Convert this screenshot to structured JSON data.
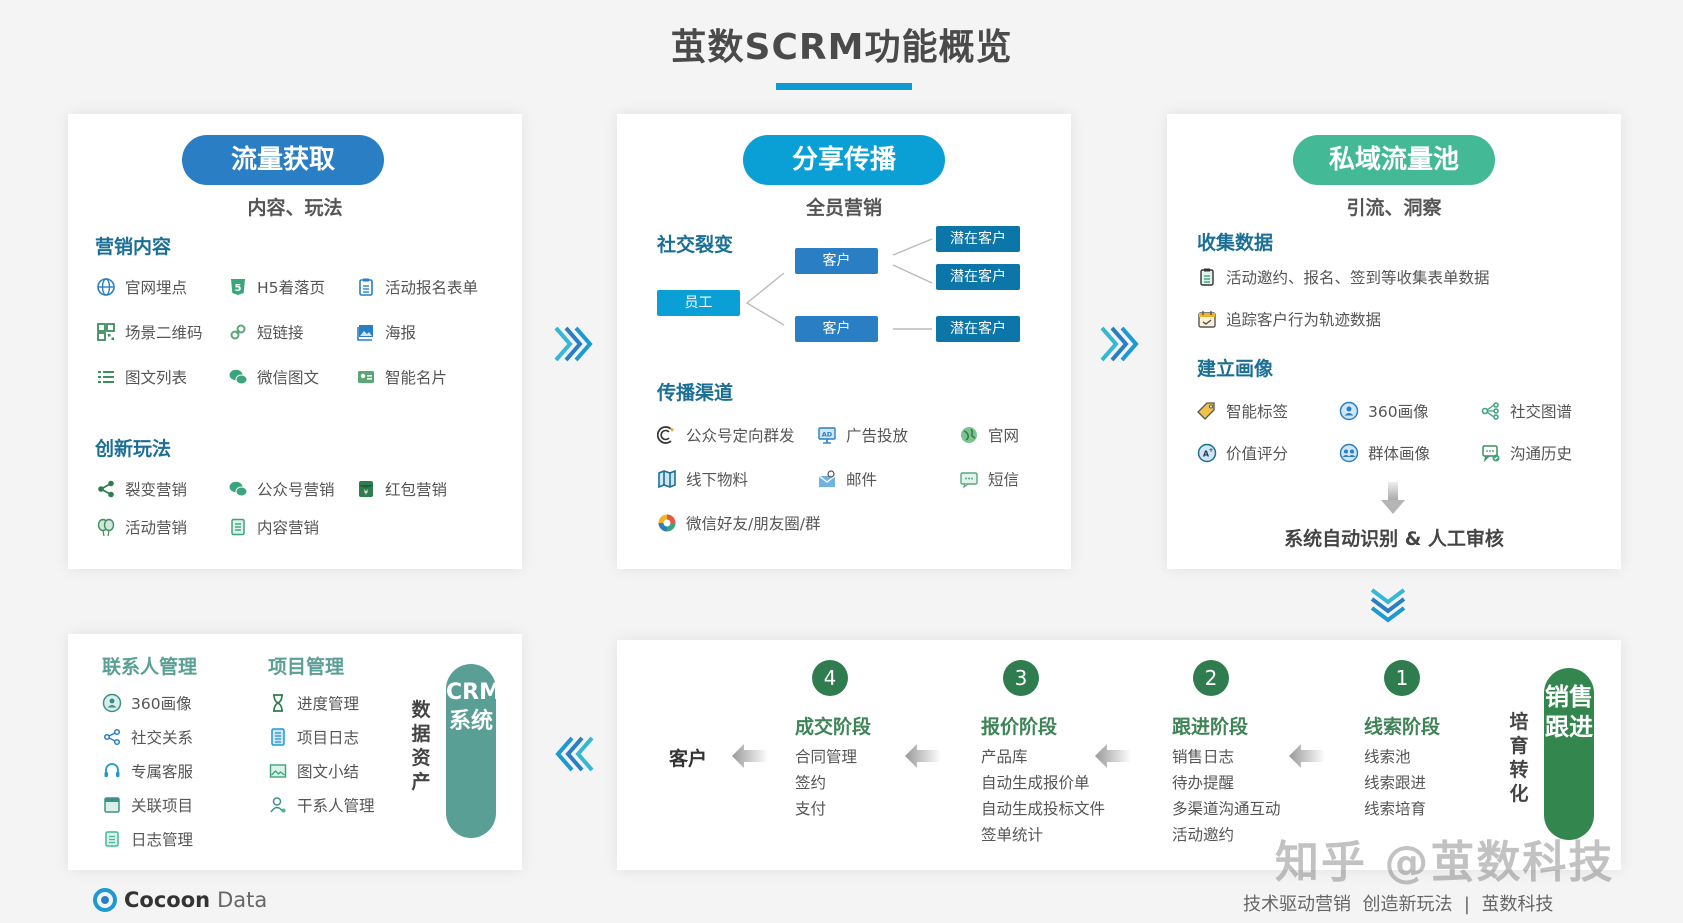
{
  "title": "茧数SCRM功能概览",
  "colors": {
    "title_bar": "#0f9ad1",
    "pill_traffic": "#2a7fc4",
    "pill_share": "#0aa0d6",
    "pill_private": "#44b995",
    "section_heading": "#1b6f95",
    "stage_green": "#2f7d4e",
    "crm_teal": "#5a9f95",
    "sales_green": "#34864f"
  },
  "traffic": {
    "pill": "流量获取",
    "subtitle": "内容、玩法",
    "marketing_content": {
      "heading": "营销内容",
      "items": [
        {
          "label": "官网埋点",
          "icon": "globe-icon"
        },
        {
          "label": "H5着落页",
          "icon": "html5-icon"
        },
        {
          "label": "活动报名表单",
          "icon": "clipboard-icon"
        },
        {
          "label": "场景二维码",
          "icon": "qrcode-icon"
        },
        {
          "label": "短链接",
          "icon": "link-icon"
        },
        {
          "label": "海报",
          "icon": "image-icon"
        },
        {
          "label": "图文列表",
          "icon": "list-icon"
        },
        {
          "label": "微信图文",
          "icon": "wechat-icon"
        },
        {
          "label": "智能名片",
          "icon": "card-icon"
        }
      ]
    },
    "innovation": {
      "heading": "创新玩法",
      "items": [
        {
          "label": "裂变营销",
          "icon": "share-icon"
        },
        {
          "label": "公众号营销",
          "icon": "wechat-icon"
        },
        {
          "label": "红包营销",
          "icon": "red-packet-icon"
        },
        {
          "label": "活动营销",
          "icon": "balloon-icon"
        },
        {
          "label": "内容营销",
          "icon": "document-icon"
        }
      ]
    }
  },
  "share": {
    "pill": "分享传播",
    "subtitle": "全员营销",
    "fission": {
      "heading": "社交裂变",
      "employee": "员工",
      "customer_1": "客户",
      "customer_2": "客户",
      "prospect_1": "潜在客户",
      "prospect_2": "潜在客户",
      "prospect_3": "潜在客户"
    },
    "channels": {
      "heading": "传播渠道",
      "items": [
        {
          "label": "公众号定向群发",
          "icon": "broadcast-icon"
        },
        {
          "label": "广告投放",
          "icon": "ad-icon"
        },
        {
          "label": "官网",
          "icon": "globe-icon"
        },
        {
          "label": "线下物料",
          "icon": "map-book-icon"
        },
        {
          "label": "邮件",
          "icon": "mail-icon"
        },
        {
          "label": "短信",
          "icon": "sms-icon"
        },
        {
          "label": "微信好友/朋友圈/群",
          "icon": "moments-icon"
        }
      ]
    }
  },
  "private": {
    "pill": "私域流量池",
    "subtitle": "引流、洞察",
    "collect": {
      "heading": "收集数据",
      "items": [
        {
          "label": "活动邀约、报名、签到等收集表单数据",
          "icon": "clipboard-icon"
        },
        {
          "label": "追踪客户行为轨迹数据",
          "icon": "calendar-icon"
        }
      ]
    },
    "profile": {
      "heading": "建立画像",
      "items": [
        {
          "label": "智能标签",
          "icon": "tag-icon"
        },
        {
          "label": "360画像",
          "icon": "user-circle-icon"
        },
        {
          "label": "社交图谱",
          "icon": "graph-icon"
        },
        {
          "label": "价值评分",
          "icon": "grade-icon"
        },
        {
          "label": "群体画像",
          "icon": "group-icon"
        },
        {
          "label": "沟通历史",
          "icon": "chat-history-icon"
        }
      ]
    },
    "result": "系统自动识别 & 人工审核"
  },
  "sales": {
    "customer": "客户",
    "stages": [
      {
        "num": "4",
        "title": "成交阶段",
        "items": [
          "合同管理",
          "签约",
          "支付"
        ]
      },
      {
        "num": "3",
        "title": "报价阶段",
        "items": [
          "产品库",
          "自动生成报价单",
          "自动生成投标文件",
          "签单统计"
        ]
      },
      {
        "num": "2",
        "title": "跟进阶段",
        "items": [
          "销售日志",
          "待办提醒",
          "多渠道沟通互动",
          "活动邀约"
        ]
      },
      {
        "num": "1",
        "title": "线索阶段",
        "items": [
          "线索池",
          "线索跟进",
          "线索培育"
        ]
      }
    ],
    "nurture_label": "培育转化",
    "pill": "销售跟进"
  },
  "crm": {
    "contacts": {
      "heading": "联系人管理",
      "items": [
        {
          "label": "360画像",
          "icon": "user-circle-icon"
        },
        {
          "label": "社交关系",
          "icon": "share-icon"
        },
        {
          "label": "专属客服",
          "icon": "headset-icon"
        },
        {
          "label": "关联项目",
          "icon": "folder-icon"
        },
        {
          "label": "日志管理",
          "icon": "document-icon"
        }
      ]
    },
    "projects": {
      "heading": "项目管理",
      "items": [
        {
          "label": "进度管理",
          "icon": "hourglass-icon"
        },
        {
          "label": "项目日志",
          "icon": "notebook-icon"
        },
        {
          "label": "图文小结",
          "icon": "image-icon"
        },
        {
          "label": "干系人管理",
          "icon": "person-icon"
        }
      ]
    },
    "data_assets_label": "数据资产",
    "pill": "CRM系统"
  },
  "footer": {
    "brand": "Cocoon",
    "brand_suffix": "Data",
    "slogan": "技术驱动营销  创造新玩法  |  茧数科技",
    "watermark": "知乎 @茧数科技"
  }
}
